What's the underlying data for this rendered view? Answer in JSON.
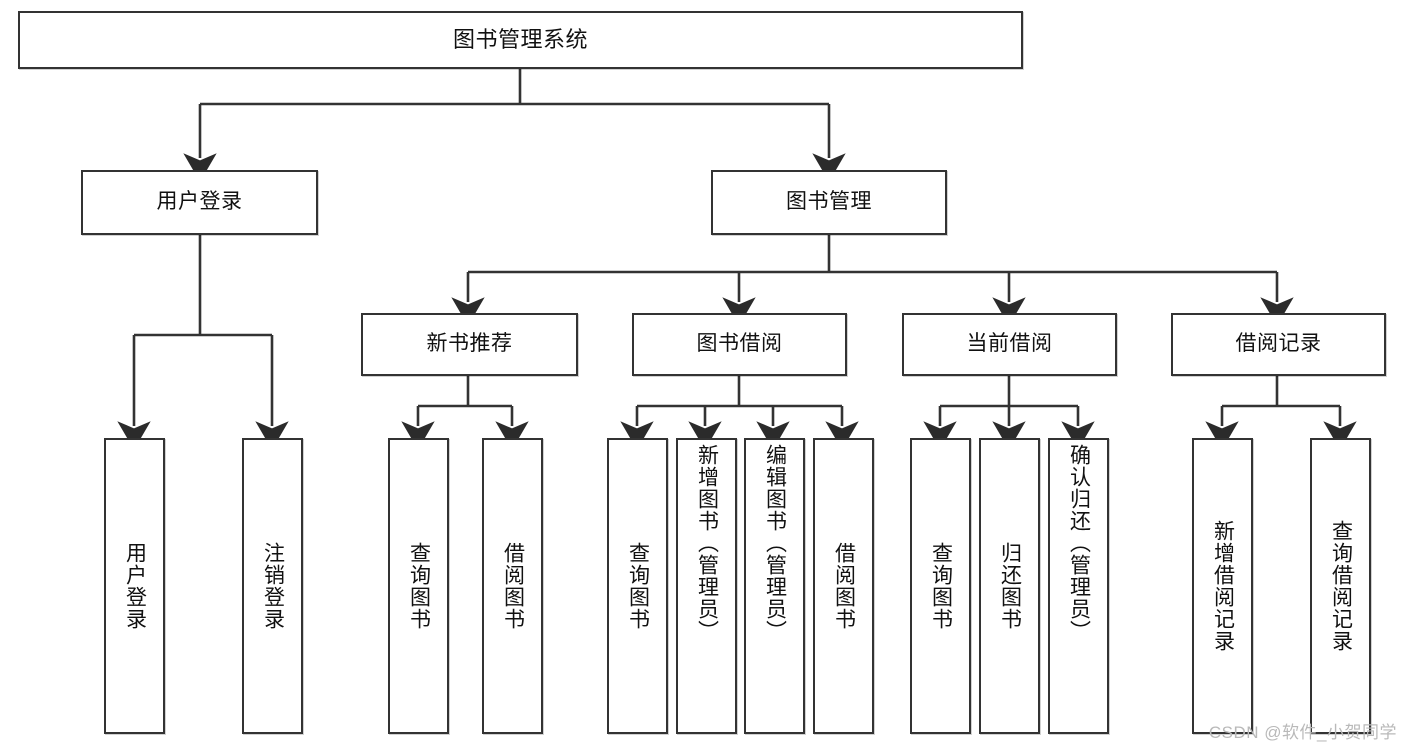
{
  "diagram": {
    "title": "图书管理系统",
    "watermark": "CSDN @软件_小贺同学",
    "colors": {
      "node_border": "#333333",
      "node_fill": "#ffffff",
      "edge": "#333333",
      "background": "#ffffff",
      "watermark": "#b9b9b9"
    }
  },
  "nodes": {
    "root": {
      "label": "图书管理系统"
    },
    "level1": [
      {
        "label": "用户登录"
      },
      {
        "label": "图书管理"
      }
    ],
    "level2": [
      {
        "label": "新书推荐"
      },
      {
        "label": "图书借阅"
      },
      {
        "label": "当前借阅"
      },
      {
        "label": "借阅记录"
      }
    ],
    "leaves": {
      "user_login": [
        {
          "label": "用户登录"
        },
        {
          "label": "注销登录"
        }
      ],
      "new_book_recommend": [
        {
          "label": "查询图书"
        },
        {
          "label": "借阅图书"
        }
      ],
      "book_borrow": [
        {
          "label": "查询图书"
        },
        {
          "label": "新增图书（管理员）"
        },
        {
          "label": "编辑图书（管理员）"
        },
        {
          "label": "借阅图书"
        }
      ],
      "current_borrow": [
        {
          "label": "查询图书"
        },
        {
          "label": "归还图书"
        },
        {
          "label": "确认归还（管理员）"
        }
      ],
      "borrow_record": [
        {
          "label": "新增借阅记录"
        },
        {
          "label": "查询借阅记录"
        }
      ]
    }
  },
  "chart_data": {
    "type": "diagram",
    "diagram_kind": "tree / hierarchy chart",
    "title": "图书管理系统",
    "root": "图书管理系统",
    "hierarchy": [
      {
        "name": "用户登录",
        "children": [
          "用户登录",
          "注销登录"
        ]
      },
      {
        "name": "图书管理",
        "children": [
          {
            "name": "新书推荐",
            "children": [
              "查询图书",
              "借阅图书"
            ]
          },
          {
            "name": "图书借阅",
            "children": [
              "查询图书",
              "新增图书（管理员）",
              "编辑图书（管理员）",
              "借阅图书"
            ]
          },
          {
            "name": "当前借阅",
            "children": [
              "查询图书",
              "归还图书",
              "确认归还（管理员）"
            ]
          },
          {
            "name": "借阅记录",
            "children": [
              "新增借阅记录",
              "查询借阅记录"
            ]
          }
        ]
      }
    ],
    "edge_style": "orthogonal with arrowheads",
    "node_count": 20,
    "depth": 4
  }
}
